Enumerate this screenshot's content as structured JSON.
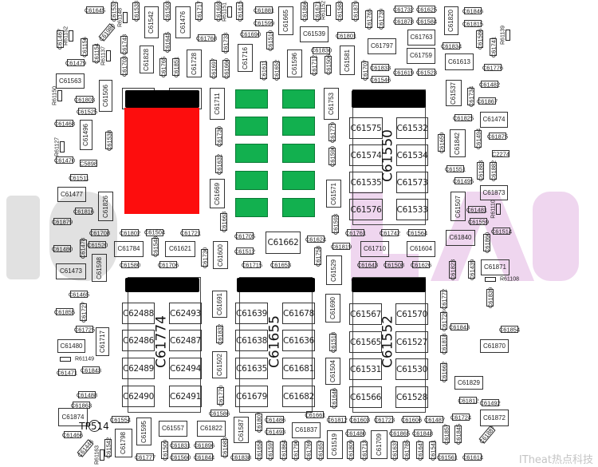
{
  "colors": {
    "die_red": "#fd0d0d",
    "pad_green": "#12b04f",
    "mask_black": "#000000",
    "watermark_gray": "#bdbdbd",
    "watermark_pink": "#dca6dc"
  },
  "watermark": {
    "main": "iSorsLAB",
    "corner": "ITheat热点科技"
  },
  "test_point": "TP514",
  "components": {
    "block_caps": [
      "C61575",
      "C61532",
      "C61574",
      "C61534",
      "C61535",
      "C61573",
      "C61576",
      "C61533",
      "C62488",
      "C62493",
      "C62486",
      "C62487",
      "C62489",
      "C62494",
      "C62490",
      "C62491",
      "C61639",
      "C61678",
      "C61638",
      "C61636",
      "C61635",
      "C61681",
      "C61679",
      "C61682",
      "C61567",
      "C61570",
      "C61565",
      "C61527",
      "C61531",
      "C61530",
      "C61566",
      "C61528",
      "C61662"
    ],
    "rail_labels": [
      "C61550",
      "C61774",
      "C61655",
      "C61552"
    ],
    "medium": [
      "C61542",
      "C61476",
      "C61665",
      "C61820",
      "C61828",
      "C61728",
      "C61716",
      "C61596",
      "C61581",
      "C61763",
      "C61759",
      "C61797",
      "C61539",
      "C61613",
      "C61563",
      "C61537",
      "C61474",
      "C61842",
      "C61873",
      "C61477",
      "C61826",
      "C61598",
      "C61473",
      "C61669",
      "C61571",
      "C61784",
      "C61621",
      "C61600",
      "C61529",
      "C61710",
      "C61604",
      "C61507",
      "C61840",
      "C61871",
      "C61711",
      "C61753",
      "C61506",
      "C61496",
      "C61691",
      "C61502",
      "C61690",
      "C61504",
      "C61480",
      "C61717",
      "C61870",
      "C61829",
      "C61872",
      "C61874",
      "C61595",
      "C61557",
      "C61822",
      "C61587",
      "C61837",
      "C61798",
      "C61519",
      "C61709"
    ],
    "small_h": [
      "C61645",
      "C61881",
      "C61599",
      "C61732",
      "C61625",
      "C61846",
      "C61878",
      "C61584",
      "C61815",
      "C61768",
      "C61690",
      "C61830",
      "C61801",
      "C61833",
      "C61546",
      "C61619",
      "C61523",
      "C61834",
      "C61776",
      "C61479",
      "C61482",
      "C61867",
      "C61825",
      "C61875",
      "C2274",
      "C61551",
      "C61495",
      "C61803",
      "C61525",
      "C61468",
      "C61470",
      "C5898",
      "C61511",
      "C61816",
      "C61879",
      "C61708",
      "C61520",
      "C61480",
      "C61802",
      "C61504",
      "C61721",
      "C61580",
      "C61706",
      "C61705",
      "C61512",
      "C61715",
      "C61653",
      "C61624",
      "C61819",
      "C61761",
      "C61742",
      "C61564",
      "C61643",
      "C61508",
      "C61626",
      "C61481",
      "C61559",
      "C61514",
      "C61465",
      "C61855",
      "C61725",
      "C61843",
      "C61471",
      "C61488",
      "C61843",
      "C61854",
      "C61812",
      "C61492",
      "C61863",
      "C61586",
      "C61661",
      "C61554",
      "C61486",
      "C61493",
      "C61812",
      "C61603",
      "C61723",
      "C61606",
      "C61487",
      "C61724",
      "C61466",
      "C61777",
      "C61831",
      "C61560",
      "C61896",
      "C61844",
      "C61838",
      "C61480",
      "C61865",
      "C61848",
      "C61561",
      "C61614"
    ],
    "small_v": [
      "C61532",
      "C61533",
      "C61503",
      "C61717",
      "C61693",
      "C61615",
      "C61866",
      "C61671",
      "C61583",
      "C61879",
      "C61765",
      "C61739",
      "C61467",
      "C61156",
      "C61154",
      "C61743",
      "C61703",
      "C61645",
      "C61765",
      "C61851",
      "C61733",
      "C61510",
      "C61697",
      "C61660",
      "C61611",
      "C61652",
      "C61712",
      "C61506",
      "C61707",
      "C61586",
      "C61741",
      "C61734",
      "C61659",
      "C61494",
      "C61883",
      "C61882",
      "C61538",
      "C61478",
      "C61548",
      "C61730",
      "C61663",
      "C61593",
      "C61758",
      "C61860",
      "C61823",
      "C61439",
      "C61730",
      "C61632",
      "C61779",
      "C61590",
      "C61832",
      "C61770",
      "C61518",
      "C61646",
      "C61772",
      "C61728",
      "C61818",
      "C61662",
      "C61839",
      "C61727",
      "C61807",
      "C61542",
      "C61509",
      "C61683",
      "C61658",
      "C61597",
      "C61864",
      "C61790",
      "C61769",
      "C61657",
      "C61809",
      "C61713",
      "C61637",
      "C61785",
      "C61647",
      "C61541",
      "C61857",
      "C61845"
    ],
    "resistors": [
      "R61148",
      "R61151",
      "R61152",
      "R61152",
      "R61137",
      "R61139",
      "R61150",
      "R61127",
      "R61110",
      "R61108",
      "R61149",
      "R61163"
    ],
    "rotated": [
      "C61980",
      "C61446",
      "C61887"
    ]
  }
}
